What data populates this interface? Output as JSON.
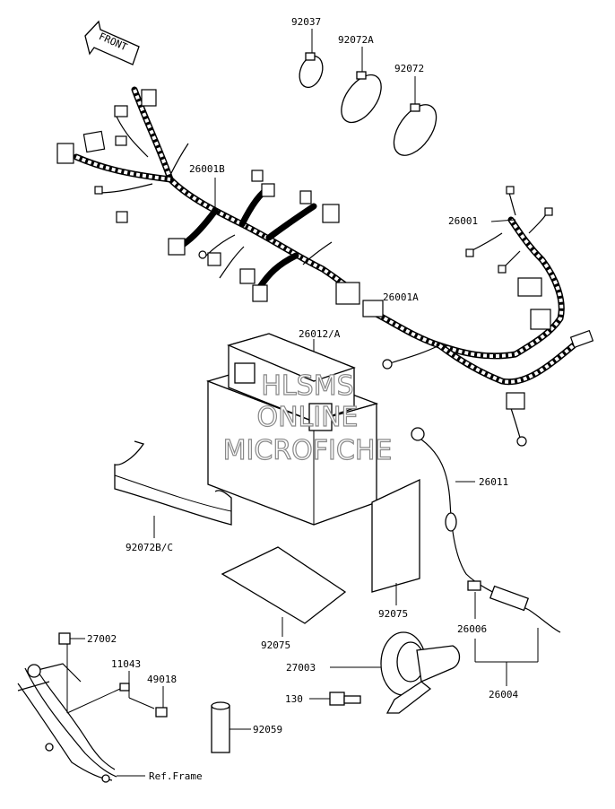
{
  "front_label": "FRONT",
  "watermark": {
    "line1": "HLSMS",
    "line2": "ONLINE",
    "line3": "MICROFICHE"
  },
  "parts": {
    "p92037": "92037",
    "p92072A": "92072A",
    "p92072": "92072",
    "p26001B": "26001B",
    "p26001": "26001",
    "p26001A": "26001A",
    "p26012A": "26012/A",
    "p26011": "26011",
    "p92072BC": "92072B/C",
    "p92075a": "92075",
    "p92075b": "92075",
    "p26006": "26006",
    "p26004": "26004",
    "p27002": "27002",
    "p11043": "11043",
    "p49018": "49018",
    "p27003": "27003",
    "p130": "130",
    "p92059": "92059",
    "pRefFrame": "Ref.Frame"
  }
}
